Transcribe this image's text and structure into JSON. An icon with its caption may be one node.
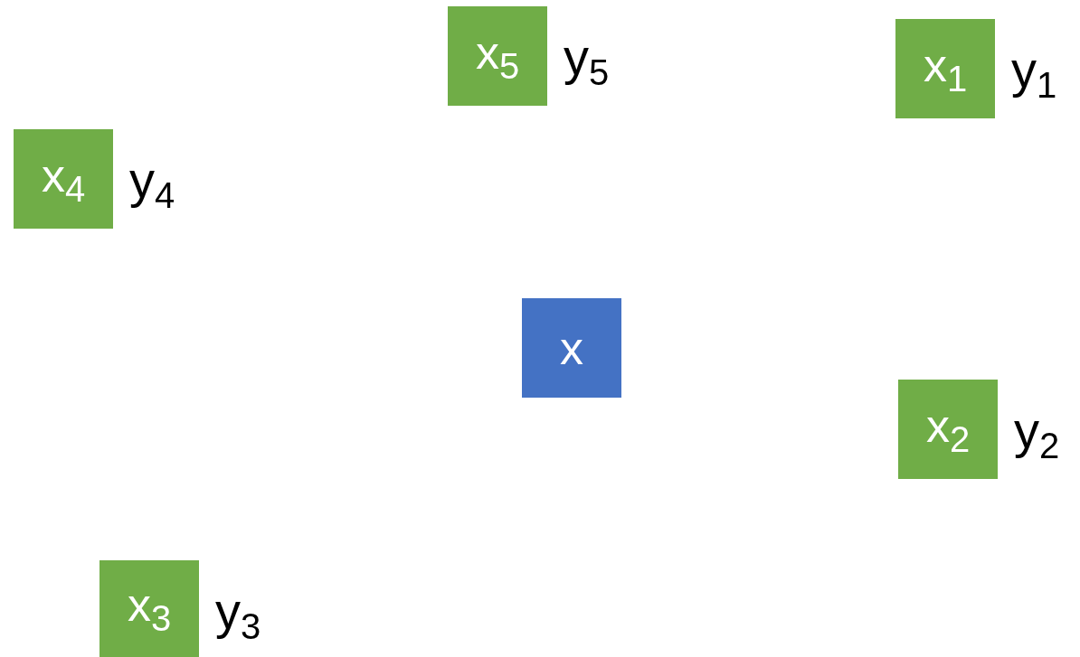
{
  "diagram": {
    "nodes": [
      {
        "text": [
          "x$_{5}$"
        ],
        "beside": [
          "y$_{5}$"
        ]
      },
      {
        "text": [
          "x$_{1}$"
        ],
        "beside": [
          "y$_{1}$"
        ]
      },
      {
        "text": [
          "x$_{4}$"
        ],
        "beside": [
          "y$_{4}$"
        ]
      },
      {
        "text": [
          "x"
        ]
      },
      {
        "text": [
          "x$_{2}$"
        ],
        "beside": [
          "y$_{2}$"
        ]
      },
      {
        "text": [
          "x$_{3}$"
        ],
        "beside": [
          "y$_{3}$"
        ]
      }
    ]
  }
}
